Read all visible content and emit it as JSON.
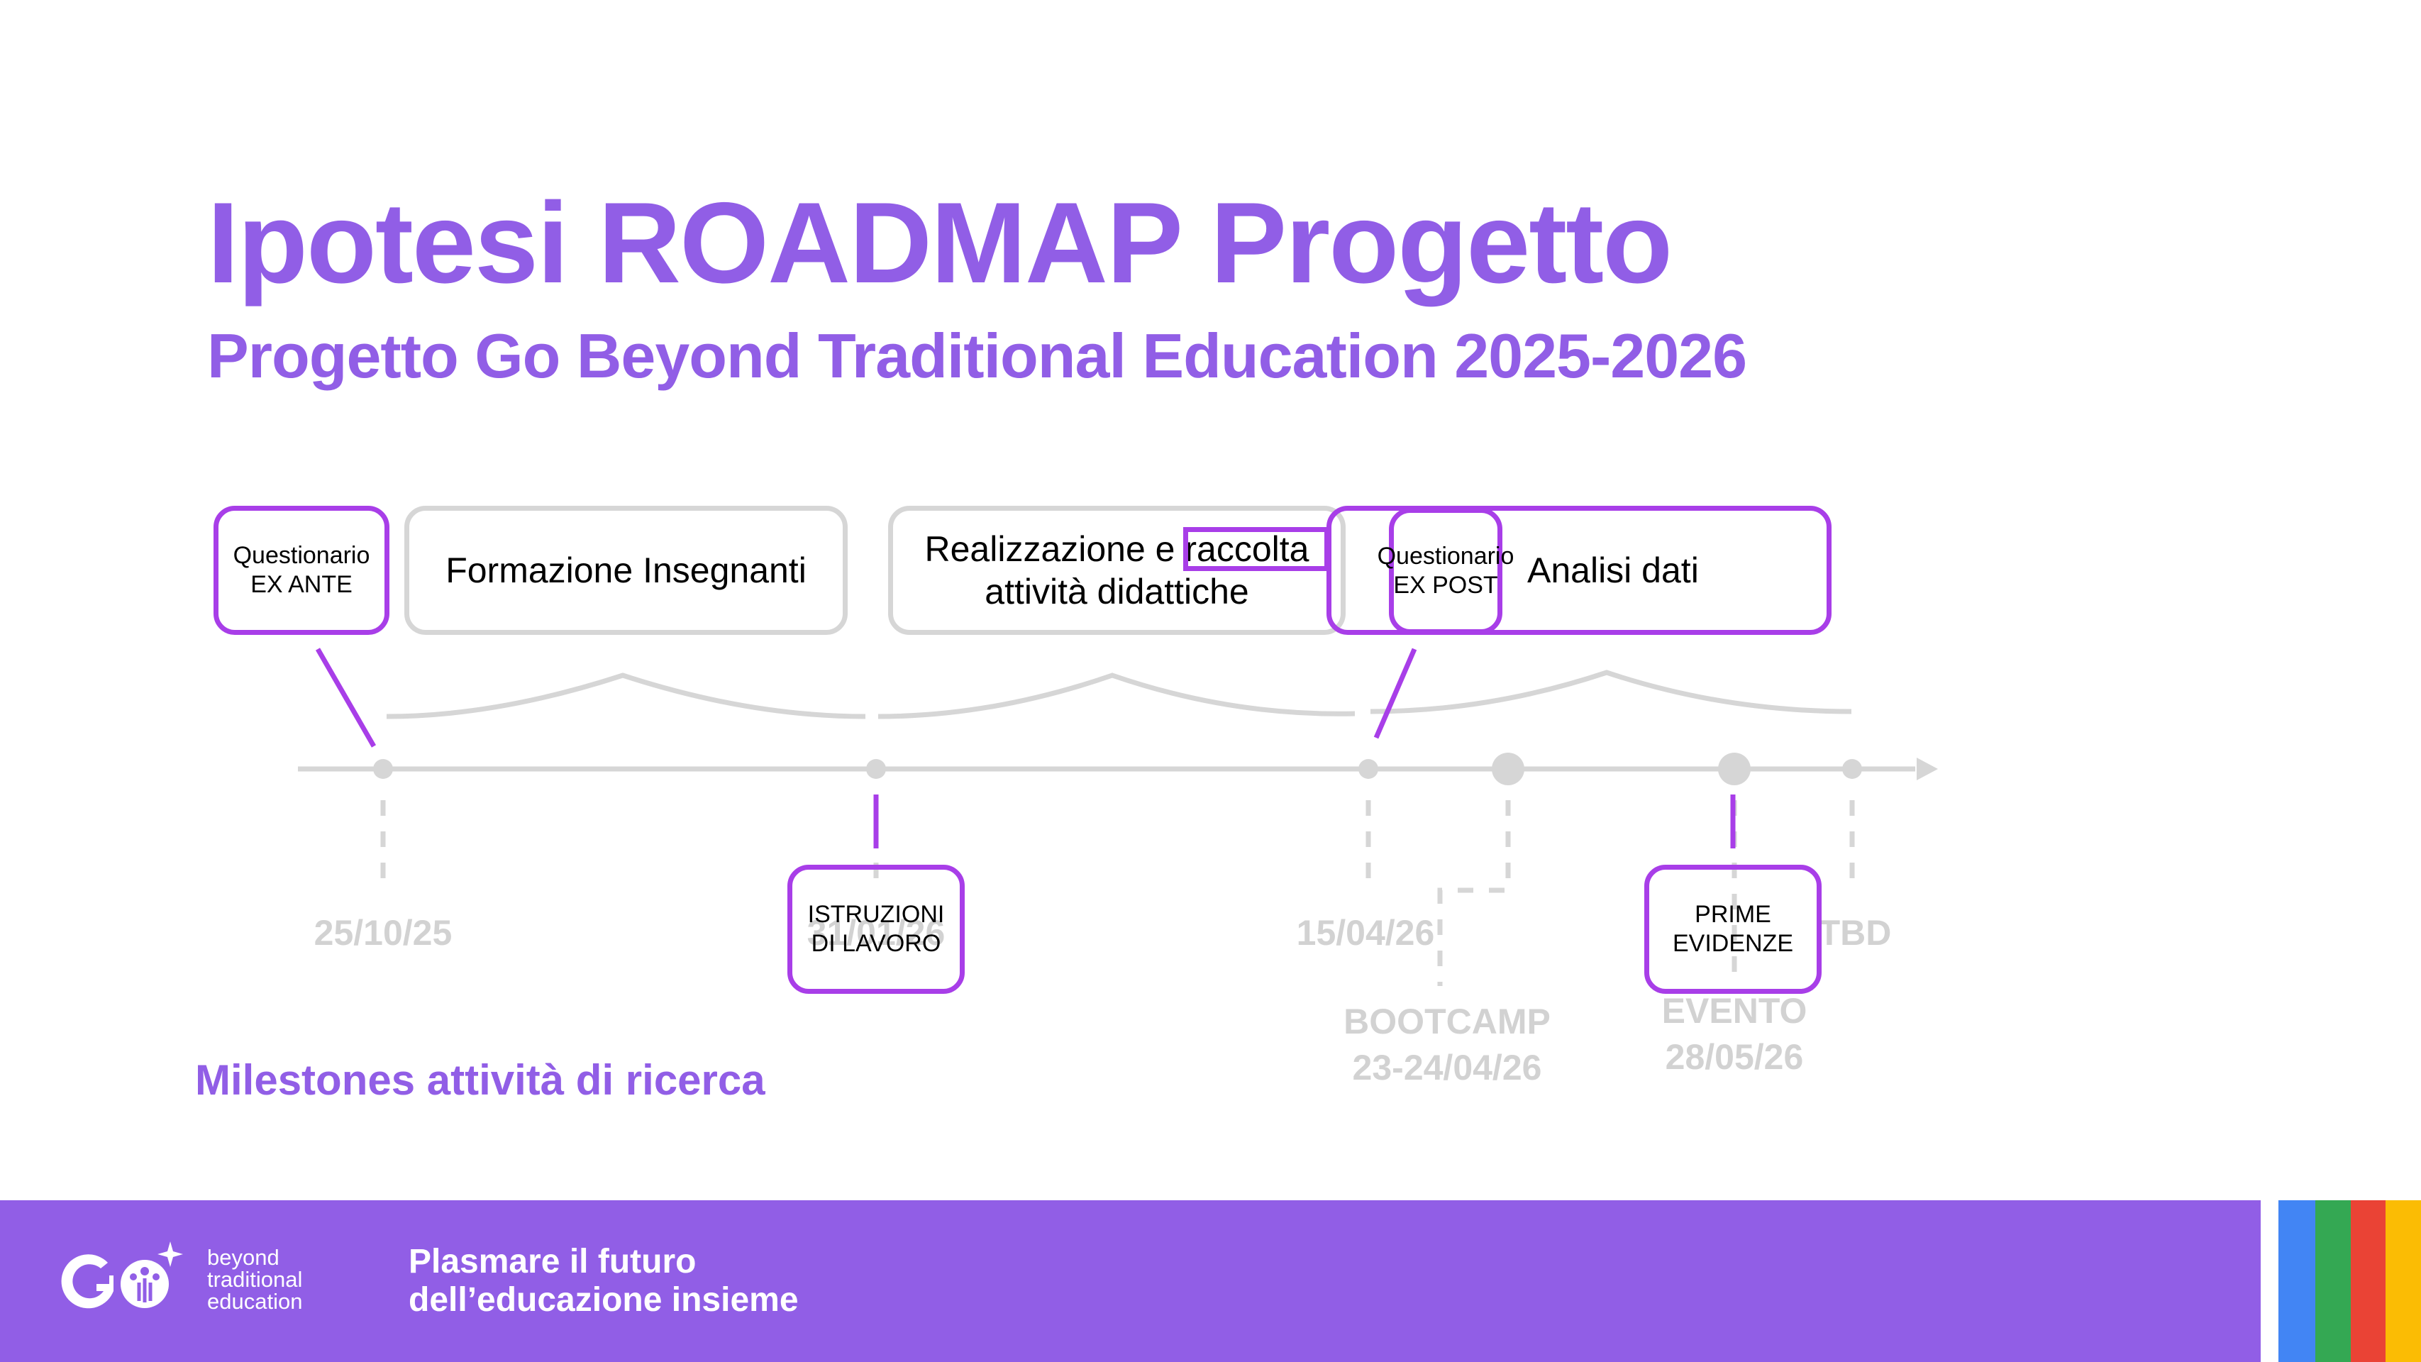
{
  "header": {
    "title": "Ipotesi ROADMAP Progetto",
    "subtitle": "Progetto Go Beyond Traditional Education 2025-2026"
  },
  "phases": [
    {
      "label": "Formazione Insegnanti"
    },
    {
      "label": "Realizzazione e raccolta\nattività didattiche",
      "highlighted_word": "raccolta"
    },
    {
      "label": "Analisi dati"
    }
  ],
  "research_milestones": [
    {
      "label": "Questionario\nEX ANTE"
    },
    {
      "label": "ISTRUZIONI\nDI LAVORO"
    },
    {
      "label": "Questionario\nEX POST"
    },
    {
      "label": "PRIME\nEVIDENZE"
    }
  ],
  "timeline": {
    "dates": [
      {
        "label": "25/10/25"
      },
      {
        "label": "31/01/26"
      },
      {
        "label": "15/04/26"
      },
      {
        "label": "BOOTCAMP\n23-24/04/26"
      },
      {
        "label": "EVENTO\n28/05/26"
      },
      {
        "label": "TBD"
      }
    ]
  },
  "legend": {
    "milestones_label": "Milestones attività di ricerca"
  },
  "footer": {
    "logo_mark": "GO",
    "logo_text": "beyond\ntraditional\neducation",
    "tagline": "Plasmare il futuro\ndell’educazione insieme"
  },
  "colors": {
    "brand_purple": "#915ee6",
    "milestone_purple": "#a83ee8",
    "timeline_grey": "#d6d6d6",
    "stripe_blue": "#4285f4",
    "stripe_green": "#34a853",
    "stripe_red": "#ea4335",
    "stripe_yellow": "#fbbc04"
  }
}
